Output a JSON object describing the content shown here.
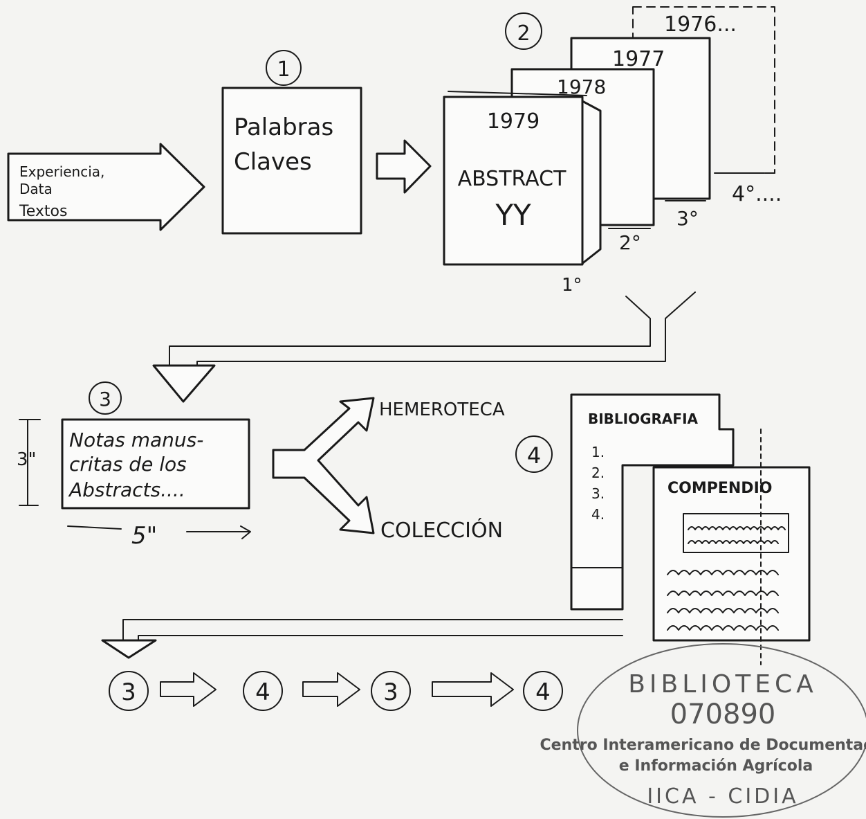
{
  "steps": {
    "s1": "1",
    "s2": "2",
    "s3": "3",
    "s4": "4"
  },
  "input_arrow": {
    "line1": "Experiencia,",
    "line2": "Data",
    "line3": "Textos"
  },
  "box1": {
    "line1": "Palabras",
    "line2": "Claves"
  },
  "abstracts": {
    "years": [
      "1979",
      "1978",
      "1977",
      "1976..."
    ],
    "front_line1": "ABSTRACT",
    "front_line2": "YY",
    "ordinals": [
      "1°",
      "2°",
      "3°",
      "4°...."
    ]
  },
  "notes_card": {
    "line1": "Notas manus-",
    "line2": "critas de los",
    "line3": "Abstracts....",
    "height_label": "3\"",
    "width_label": "5\""
  },
  "destinations": {
    "top": "HEMEROTECA",
    "bottom": "COLECCIÓN"
  },
  "bibliography": {
    "title": "BIBLIOGRAFIA",
    "items": [
      "1.",
      "2.",
      "3.",
      "4."
    ]
  },
  "compendium": {
    "title": "COMPENDIO"
  },
  "sequence": [
    "3",
    "4",
    "3",
    "4"
  ],
  "stamp": {
    "arc_top": "BIBLIOTECA",
    "number": "070890",
    "line1": "Centro Interamericano de Documentación",
    "line2": "e Información Agrícola",
    "arc_bottom": "IICA - CIDIA"
  }
}
